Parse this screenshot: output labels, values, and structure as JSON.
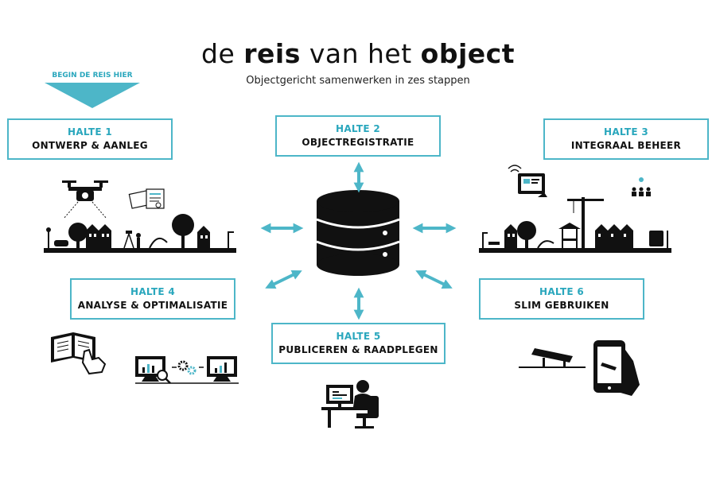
{
  "header": {
    "title_parts": {
      "p1": "de ",
      "p2": "reis",
      "p3": " van het ",
      "p4": "object"
    },
    "subtitle": "Objectgericht samenwerken in zes stappen"
  },
  "start": {
    "label": "BEGIN DE REIS HIER"
  },
  "steps": [
    {
      "number": "HALTE 1",
      "name": "ONTWERP & AANLEG"
    },
    {
      "number": "HALTE 2",
      "name": "OBJECTREGISTRATIE"
    },
    {
      "number": "HALTE 3",
      "name": "INTEGRAAL BEHEER"
    },
    {
      "number": "HALTE 4",
      "name": "ANALYSE & OPTIMALISATIE"
    },
    {
      "number": "HALTE 5",
      "name": "PUBLICEREN & RAADPLEGEN"
    },
    {
      "number": "HALTE 6",
      "name": "SLIM GEBRUIKEN"
    }
  ],
  "colors": {
    "accent": "#4db6c8",
    "accent_text": "#2aa7bd",
    "ink": "#111111"
  },
  "icons": {
    "center": "database-icon",
    "halte_1": [
      "drone-icon",
      "documents-icon",
      "city-skyline-icon"
    ],
    "halte_3": [
      "tablet-icon",
      "people-icon",
      "city-skyline-icon",
      "crane-icon"
    ],
    "halte_4": [
      "book-hand-icon",
      "monitor-chart-icon",
      "gears-icon"
    ],
    "halte_5": [
      "person-at-computer-icon"
    ],
    "halte_6": [
      "bench-icon",
      "smartphone-hand-icon"
    ]
  }
}
